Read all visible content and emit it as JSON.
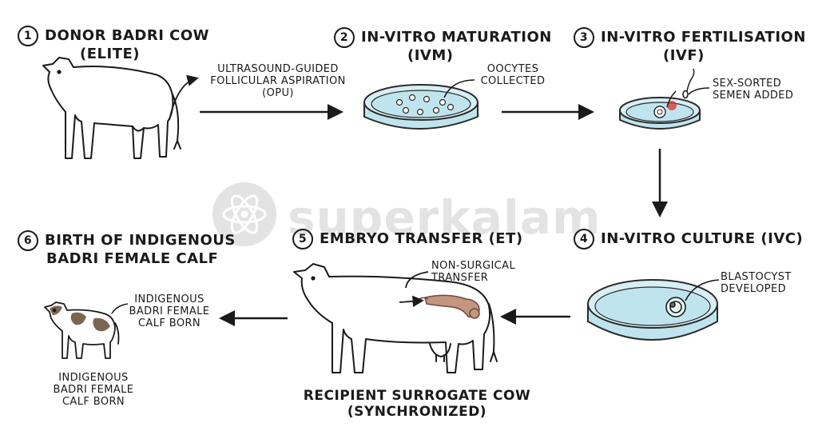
{
  "steps": [
    {
      "num": "1",
      "title": "DONOR BADRI COW",
      "subtitle": "(ELITE)"
    },
    {
      "num": "2",
      "title": "IN-VITRO MATURATION",
      "subtitle": "(IVM)"
    },
    {
      "num": "3",
      "title": "IN-VITRO FERTILISATION",
      "subtitle": "(IVF)"
    },
    {
      "num": "4",
      "title": "IN-VITRO CULTURE (IVC)"
    },
    {
      "num": "5",
      "title": "EMBRYO TRANSFER (ET)"
    },
    {
      "num": "6",
      "title": "BIRTH OF INDIGENOUS",
      "subtitle": "BADRI FEMALE CALF"
    }
  ],
  "notes": {
    "opu": [
      "ULTRASOUND-GUIDED",
      "FOLLICULAR ASPIRATION",
      "(OPU)"
    ],
    "oocytes": [
      "OOCYTES",
      "COLLECTED"
    ],
    "semen": [
      "SEX-SORTED",
      "SEMEN ADDED"
    ],
    "blastocyst": [
      "BLASTOCYST",
      "DEVELOPED"
    ],
    "transfer": [
      "NON-SURGICAL",
      "TRANSFER"
    ],
    "calf_pointer": [
      "INDIGENOUS",
      "BADRI FEMALE",
      "CALF BORN"
    ],
    "calf_caption": [
      "INDIGENOUS",
      "BADRI FEMALE",
      "CALF BORN"
    ],
    "recipient": [
      "RECIPIENT SURROGATE COW",
      "(SYNCHRONIZED)"
    ]
  },
  "watermark": "superkalam",
  "colors": {
    "ink": "#1a1a1a",
    "dish_fill": "#bfe4ee",
    "dish_edge": "#2a2a2a",
    "uterus": "#c4957f",
    "sperm_dot": "#e03030",
    "calf_patch": "#7a6650",
    "watermark": "#9a9a9a"
  },
  "icons": [
    "donor-cow-icon",
    "petri-dish-icon",
    "sperm-icon",
    "embryo-icon",
    "blastocyst-icon",
    "surrogate-cow-icon",
    "uterus-icon",
    "calf-icon",
    "atom-logo-icon"
  ]
}
